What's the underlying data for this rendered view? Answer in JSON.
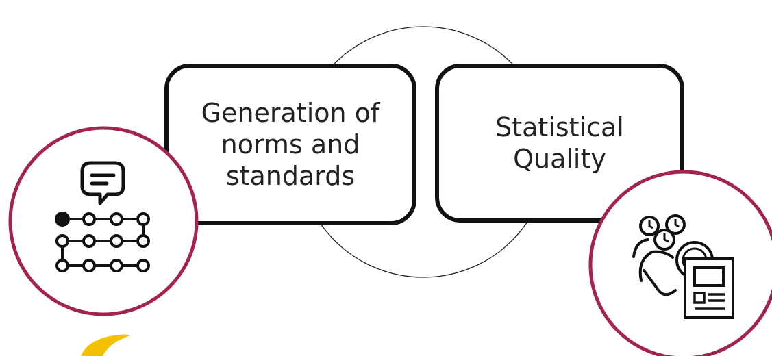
{
  "diagram": {
    "boxes": [
      {
        "id": "norms",
        "label": "Generation of\nnorms and\nstandards"
      },
      {
        "id": "quality",
        "label": "Statistical\nQuality"
      }
    ],
    "icons": [
      {
        "name": "chat-roadmap-icon"
      },
      {
        "name": "team-review-document-icon"
      }
    ],
    "colors": {
      "box_border": "#111111",
      "icon_ring": "#a3224f",
      "center_circle": "#222222",
      "logo_accent": "#f2c200",
      "icon_stroke": "#111111"
    }
  }
}
